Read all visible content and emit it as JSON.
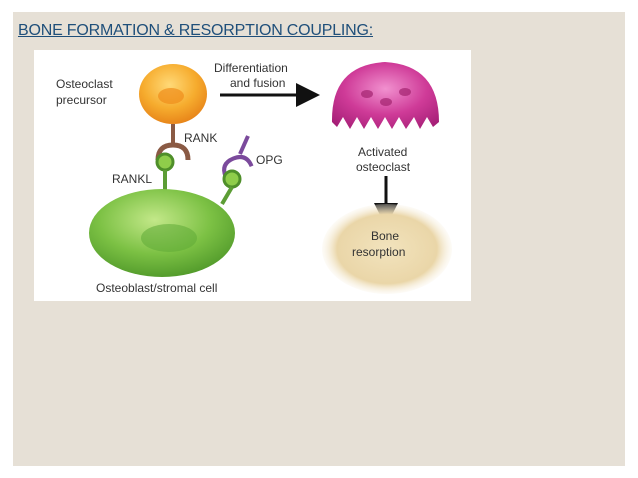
{
  "slide": {
    "title": "BONE FORMATION & RESORPTION COUPLING:"
  },
  "diagram": {
    "osteoclast_precursor": [
      "Osteoclast",
      "precursor"
    ],
    "arrow_label": [
      "Differentiation",
      "and fusion"
    ],
    "activated_osteoclast": [
      "Activated",
      "osteoclast"
    ],
    "rank": "RANK",
    "rankl": "RANKL",
    "opg": "OPG",
    "osteoblast": "Osteoblast/stromal cell",
    "bone_resorption": [
      "Bone",
      "resorption"
    ]
  },
  "colors": {
    "background": "#e6e0d6",
    "title": "#1f4f7a",
    "precursor_cell": "#f2a32a",
    "activated_osteoclast": "#c8338f",
    "osteoblast_cell": "#6fb93c",
    "rank_receptor": "#8a5a44",
    "opg": "#7b4a9c",
    "bone_resorption": "#e8d3a3"
  }
}
